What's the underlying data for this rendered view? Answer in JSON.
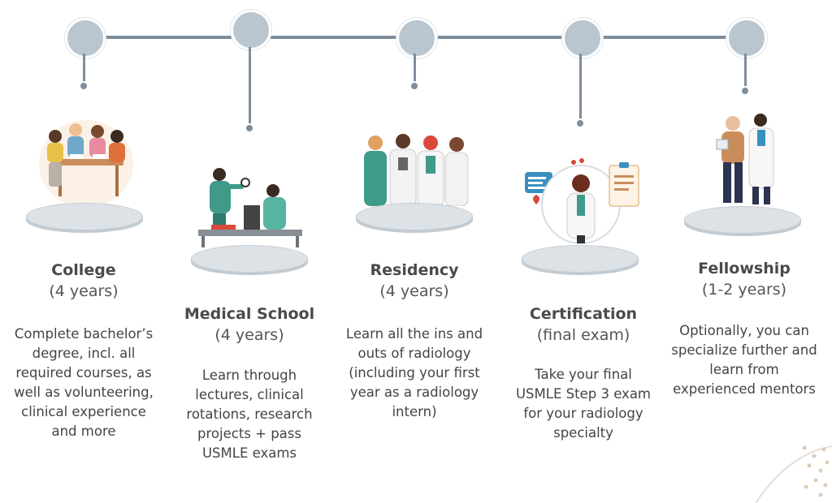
{
  "steps": [
    {
      "title": "College",
      "duration": "(4 years)",
      "description": "Complete bachelor’s degree, incl. all required courses, as well as volunteering, clinical experience and more",
      "illustration": "students-studying-illustration"
    },
    {
      "title": "Medical School",
      "duration": "(4 years)",
      "description": "Learn through lectures, clinical rotations, research projects + pass USMLE exams",
      "illustration": "lab-research-illustration"
    },
    {
      "title": "Residency",
      "duration": "(4 years)",
      "description": "Learn all the ins and outs of radiology (including your first year as a radiology intern)",
      "illustration": "medical-team-illustration"
    },
    {
      "title": "Certification",
      "duration": "(final exam)",
      "description": "Take your final USMLE Step 3 exam for your radiology specialty",
      "illustration": "doctor-certificate-illustration"
    },
    {
      "title": "Fellowship",
      "duration": "(1-2 years)",
      "description": "Optionally, you can specialize further and learn from experienced mentors",
      "illustration": "mentor-doctor-illustration"
    }
  ],
  "colors": {
    "line": "#7e8d9c",
    "node": "#b9c6d0",
    "podium": "#dde2e6",
    "accent_teal": "#3f9a8a",
    "accent_red": "#d9483b"
  }
}
